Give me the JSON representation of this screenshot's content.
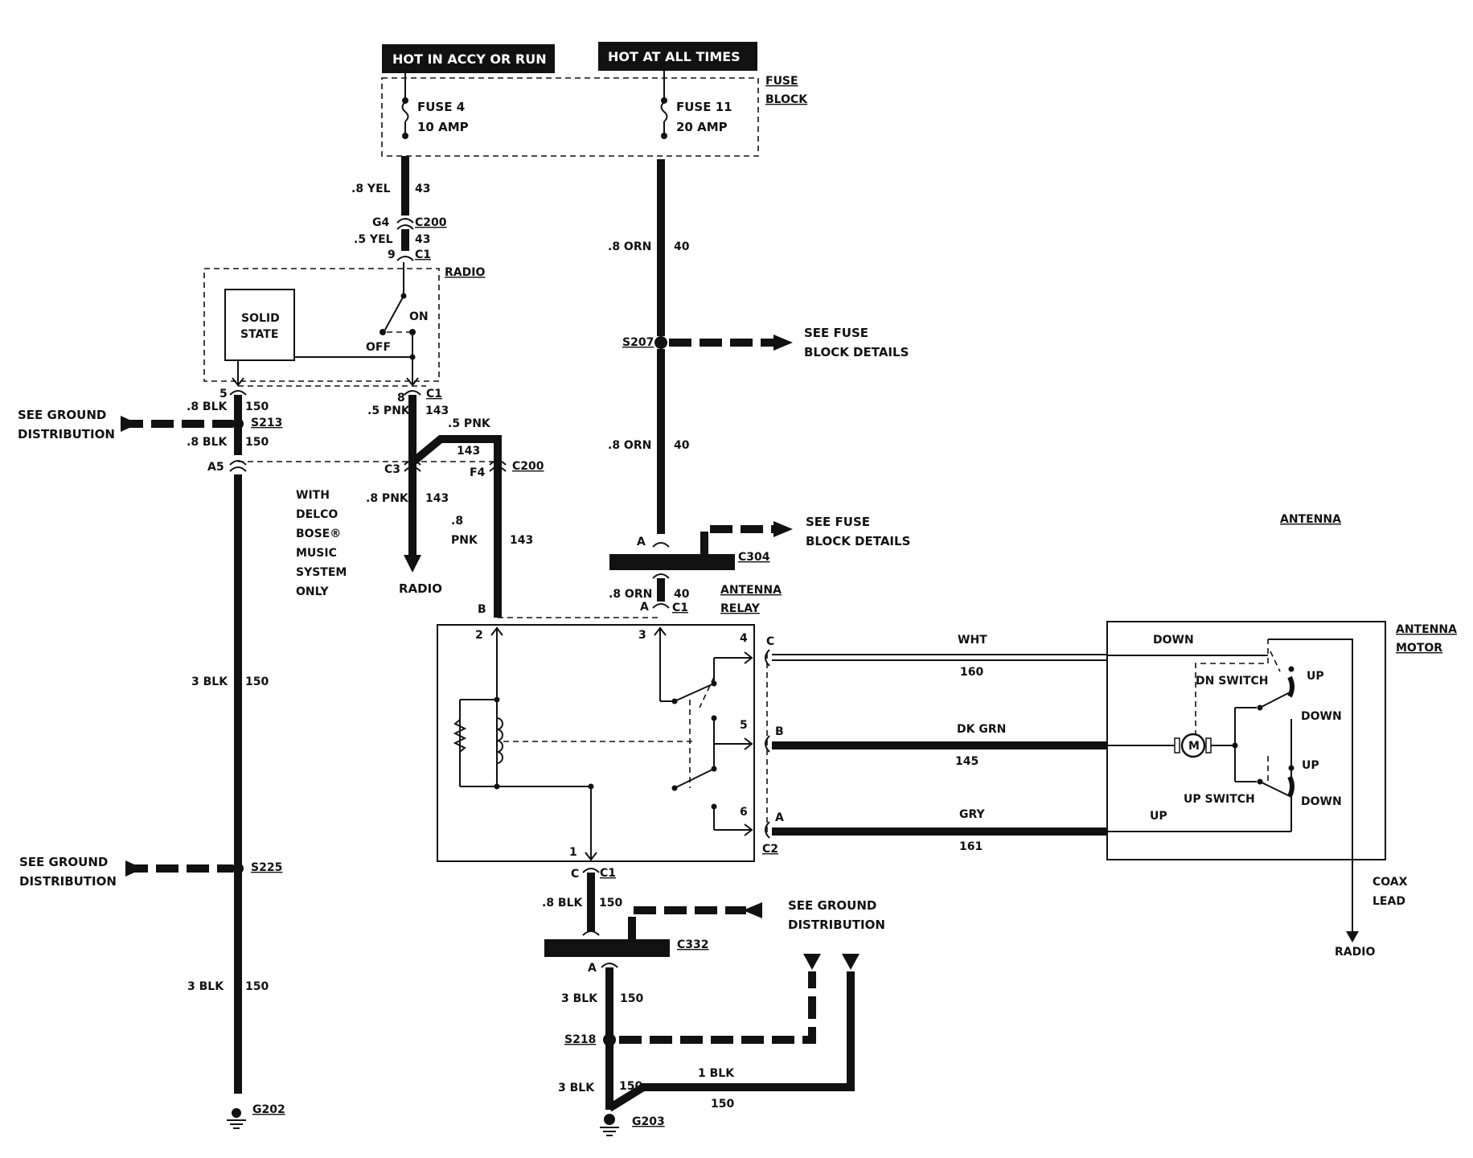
{
  "headers": {
    "accy_run": "HOT IN ACCY OR RUN",
    "all_times": "HOT AT ALL TIMES"
  },
  "fuse_block": {
    "line1": "FUSE",
    "line2": "BLOCK"
  },
  "fuse4": {
    "name": "FUSE 4",
    "rating": "10 AMP"
  },
  "fuse11": {
    "name": "FUSE 11",
    "rating": "20 AMP"
  },
  "wire_43_top": {
    "gauge": ".8 YEL",
    "circuit": "43"
  },
  "c200_top": {
    "pin": "G4",
    "connector": "C200"
  },
  "wire_43_low": {
    "gauge": ".5 YEL",
    "circuit": "43"
  },
  "radio_c1_top": {
    "pin": "9",
    "connector": "C1"
  },
  "radio": {
    "label": "RADIO",
    "solid_state_1": "SOLID",
    "solid_state_2": "STATE",
    "on": "ON",
    "off": "OFF"
  },
  "radio_c1_bottom": {
    "pin5": "5",
    "pin8": "8",
    "connector": "C1"
  },
  "ground_see_1": {
    "line1": "SEE GROUND",
    "line2": "DISTRIBUTION"
  },
  "wire_150_a": {
    "gauge": ".8 BLK",
    "circuit": "150"
  },
  "s213": "S213",
  "wire_150_b": {
    "gauge": ".8 BLK",
    "circuit": "150"
  },
  "a5": "A5",
  "wire_143_a": {
    "gauge": ".5 PNK",
    "circuit": "143"
  },
  "wire_143_b": {
    "gauge": ".5 PNK",
    "circuit": "143"
  },
  "c3": "C3",
  "f4": "F4",
  "c200_mid": "C200",
  "wire_143_c": {
    "gauge": ".8 PNK",
    "circuit": "143"
  },
  "wire_143_d": {
    "gauge1": ".8",
    "gauge2": "PNK",
    "circuit": "143"
  },
  "bose_note": [
    "WITH",
    "DELCO",
    "BOSE®",
    "MUSIC",
    "SYSTEM",
    "ONLY"
  ],
  "radio_arrow": "RADIO",
  "wire_150_c": {
    "gauge": "3 BLK",
    "circuit": "150"
  },
  "ground_see_2": {
    "line1": "SEE GROUND",
    "line2": "DISTRIBUTION"
  },
  "s225": "S225",
  "wire_150_d": {
    "gauge": "3 BLK",
    "circuit": "150"
  },
  "g202": "G202",
  "wire_40_a": {
    "gauge": ".8 ORN",
    "circuit": "40"
  },
  "s207": "S207",
  "see_fuse_1": {
    "line1": "SEE FUSE",
    "line2": "BLOCK DETAILS"
  },
  "wire_40_b": {
    "gauge": ".8 ORN",
    "circuit": "40"
  },
  "see_fuse_2": {
    "line1": "SEE FUSE",
    "line2": "BLOCK DETAILS"
  },
  "c304": {
    "pin": "A",
    "connector": "C304"
  },
  "wire_40_c": {
    "gauge": ".8 ORN",
    "circuit": "40"
  },
  "relay_c1": {
    "pin": "A",
    "connector": "C1"
  },
  "antenna_relay": {
    "line1": "ANTENNA",
    "line2": "RELAY"
  },
  "pin_b": "B",
  "relay_pins": {
    "p1": "1",
    "p2": "2",
    "p3": "3",
    "p4": "4",
    "p5": "5",
    "p6": "6"
  },
  "c2_pins": {
    "c": "C",
    "b": "B",
    "a": "A",
    "connector": "C2"
  },
  "wires_motor": [
    {
      "color": "WHT",
      "circuit": "160"
    },
    {
      "color": "DK GRN",
      "circuit": "145"
    },
    {
      "color": "GRY",
      "circuit": "161"
    }
  ],
  "antenna": "ANTENNA",
  "antenna_motor": {
    "line1": "ANTENNA",
    "line2": "MOTOR"
  },
  "motor": {
    "down": "DOWN",
    "dn_switch": "DN SWITCH",
    "up1": "UP",
    "down1": "DOWN",
    "m": "M",
    "up2": "UP",
    "up_switch": "UP SWITCH",
    "down2": "DOWN",
    "up_lower": "UP"
  },
  "coax": {
    "line1": "COAX",
    "line2": "LEAD",
    "radio": "RADIO"
  },
  "relay_c1_bottom": {
    "pin": "C",
    "connector": "C1"
  },
  "wire_150_e": {
    "gauge": ".8 BLK",
    "circuit": "150"
  },
  "ground_see_3": {
    "line1": "SEE GROUND",
    "line2": "DISTRIBUTION"
  },
  "c332": {
    "pin": "A",
    "connector": "C332"
  },
  "wire_150_f": {
    "gauge": "3 BLK",
    "circuit": "150"
  },
  "s218": "S218",
  "wire_150_g": {
    "gauge": "3 BLK",
    "circuit": "150"
  },
  "wire_150_h": {
    "gauge": "1 BLK",
    "circuit": "150"
  },
  "g203": "G203"
}
